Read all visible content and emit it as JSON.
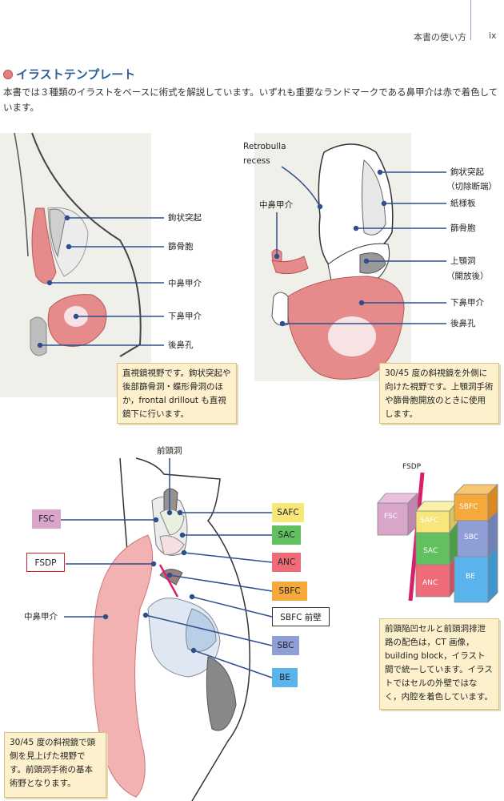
{
  "header": {
    "section": "本書の使い方",
    "page_number": "ix"
  },
  "section_title": "イラストテンプレート",
  "intro": "本書では３種類のイラストをベースに術式を解説しています。いずれも重要なランドマークである鼻甲介は赤で着色しています。",
  "figure1": {
    "labels": [
      "鉤状突起",
      "篩骨胞",
      "中鼻甲介",
      "下鼻甲介",
      "後鼻孔"
    ],
    "note": "直視鏡視野です。鉤状突起や後部篩骨洞・蝶形骨洞のほか，frontal drillout も直視鏡下に行います。"
  },
  "figure2": {
    "labels_left": [
      "Retrobulla",
      "recess",
      "中鼻甲介"
    ],
    "labels_right": [
      "鉤状突起",
      "（切除断端）",
      "紙様板",
      "篩骨胞",
      "上顎洞",
      "（開放後）",
      "下鼻甲介",
      "後鼻孔"
    ],
    "note": "30/45 度の斜視鏡を外側に向けた視野です。上顎洞手術や篩骨胞開放のときに使用します。"
  },
  "figure3": {
    "label_top": "前頭洞",
    "left_boxes": [
      "FSC",
      "FSDP"
    ],
    "label_left": "中鼻甲介",
    "right_boxes": [
      "SAFC",
      "SAC",
      "ANC",
      "SBFC",
      "SBFC 前壁",
      "SBC",
      "BE"
    ],
    "note": "30/45 度の斜視鏡で頭側を見上げた視野です。前頭洞手術の基本術野となります。"
  },
  "figure4": {
    "label": "FSDP",
    "blocks": [
      "FSC",
      "SAFC",
      "SAC",
      "ANC",
      "SBFC",
      "SBC",
      "BE"
    ],
    "note": "前頭陥凹セルと前頭洞排泄路の配色は，CT 画像，building block，イラスト間で統一しています。イラストではセルの外壁ではなく，内腔を着色しています。"
  },
  "colors": {
    "FSC": "#d9a5c9",
    "SAFC": "#f7e67a",
    "SAC": "#62c060",
    "ANC": "#ef6b78",
    "SBFC": "#f5a93a",
    "SBC": "#8f9fd6",
    "BE": "#5ab3ea",
    "turbinate": "#e58b8b",
    "line": "#2d4f8f"
  }
}
